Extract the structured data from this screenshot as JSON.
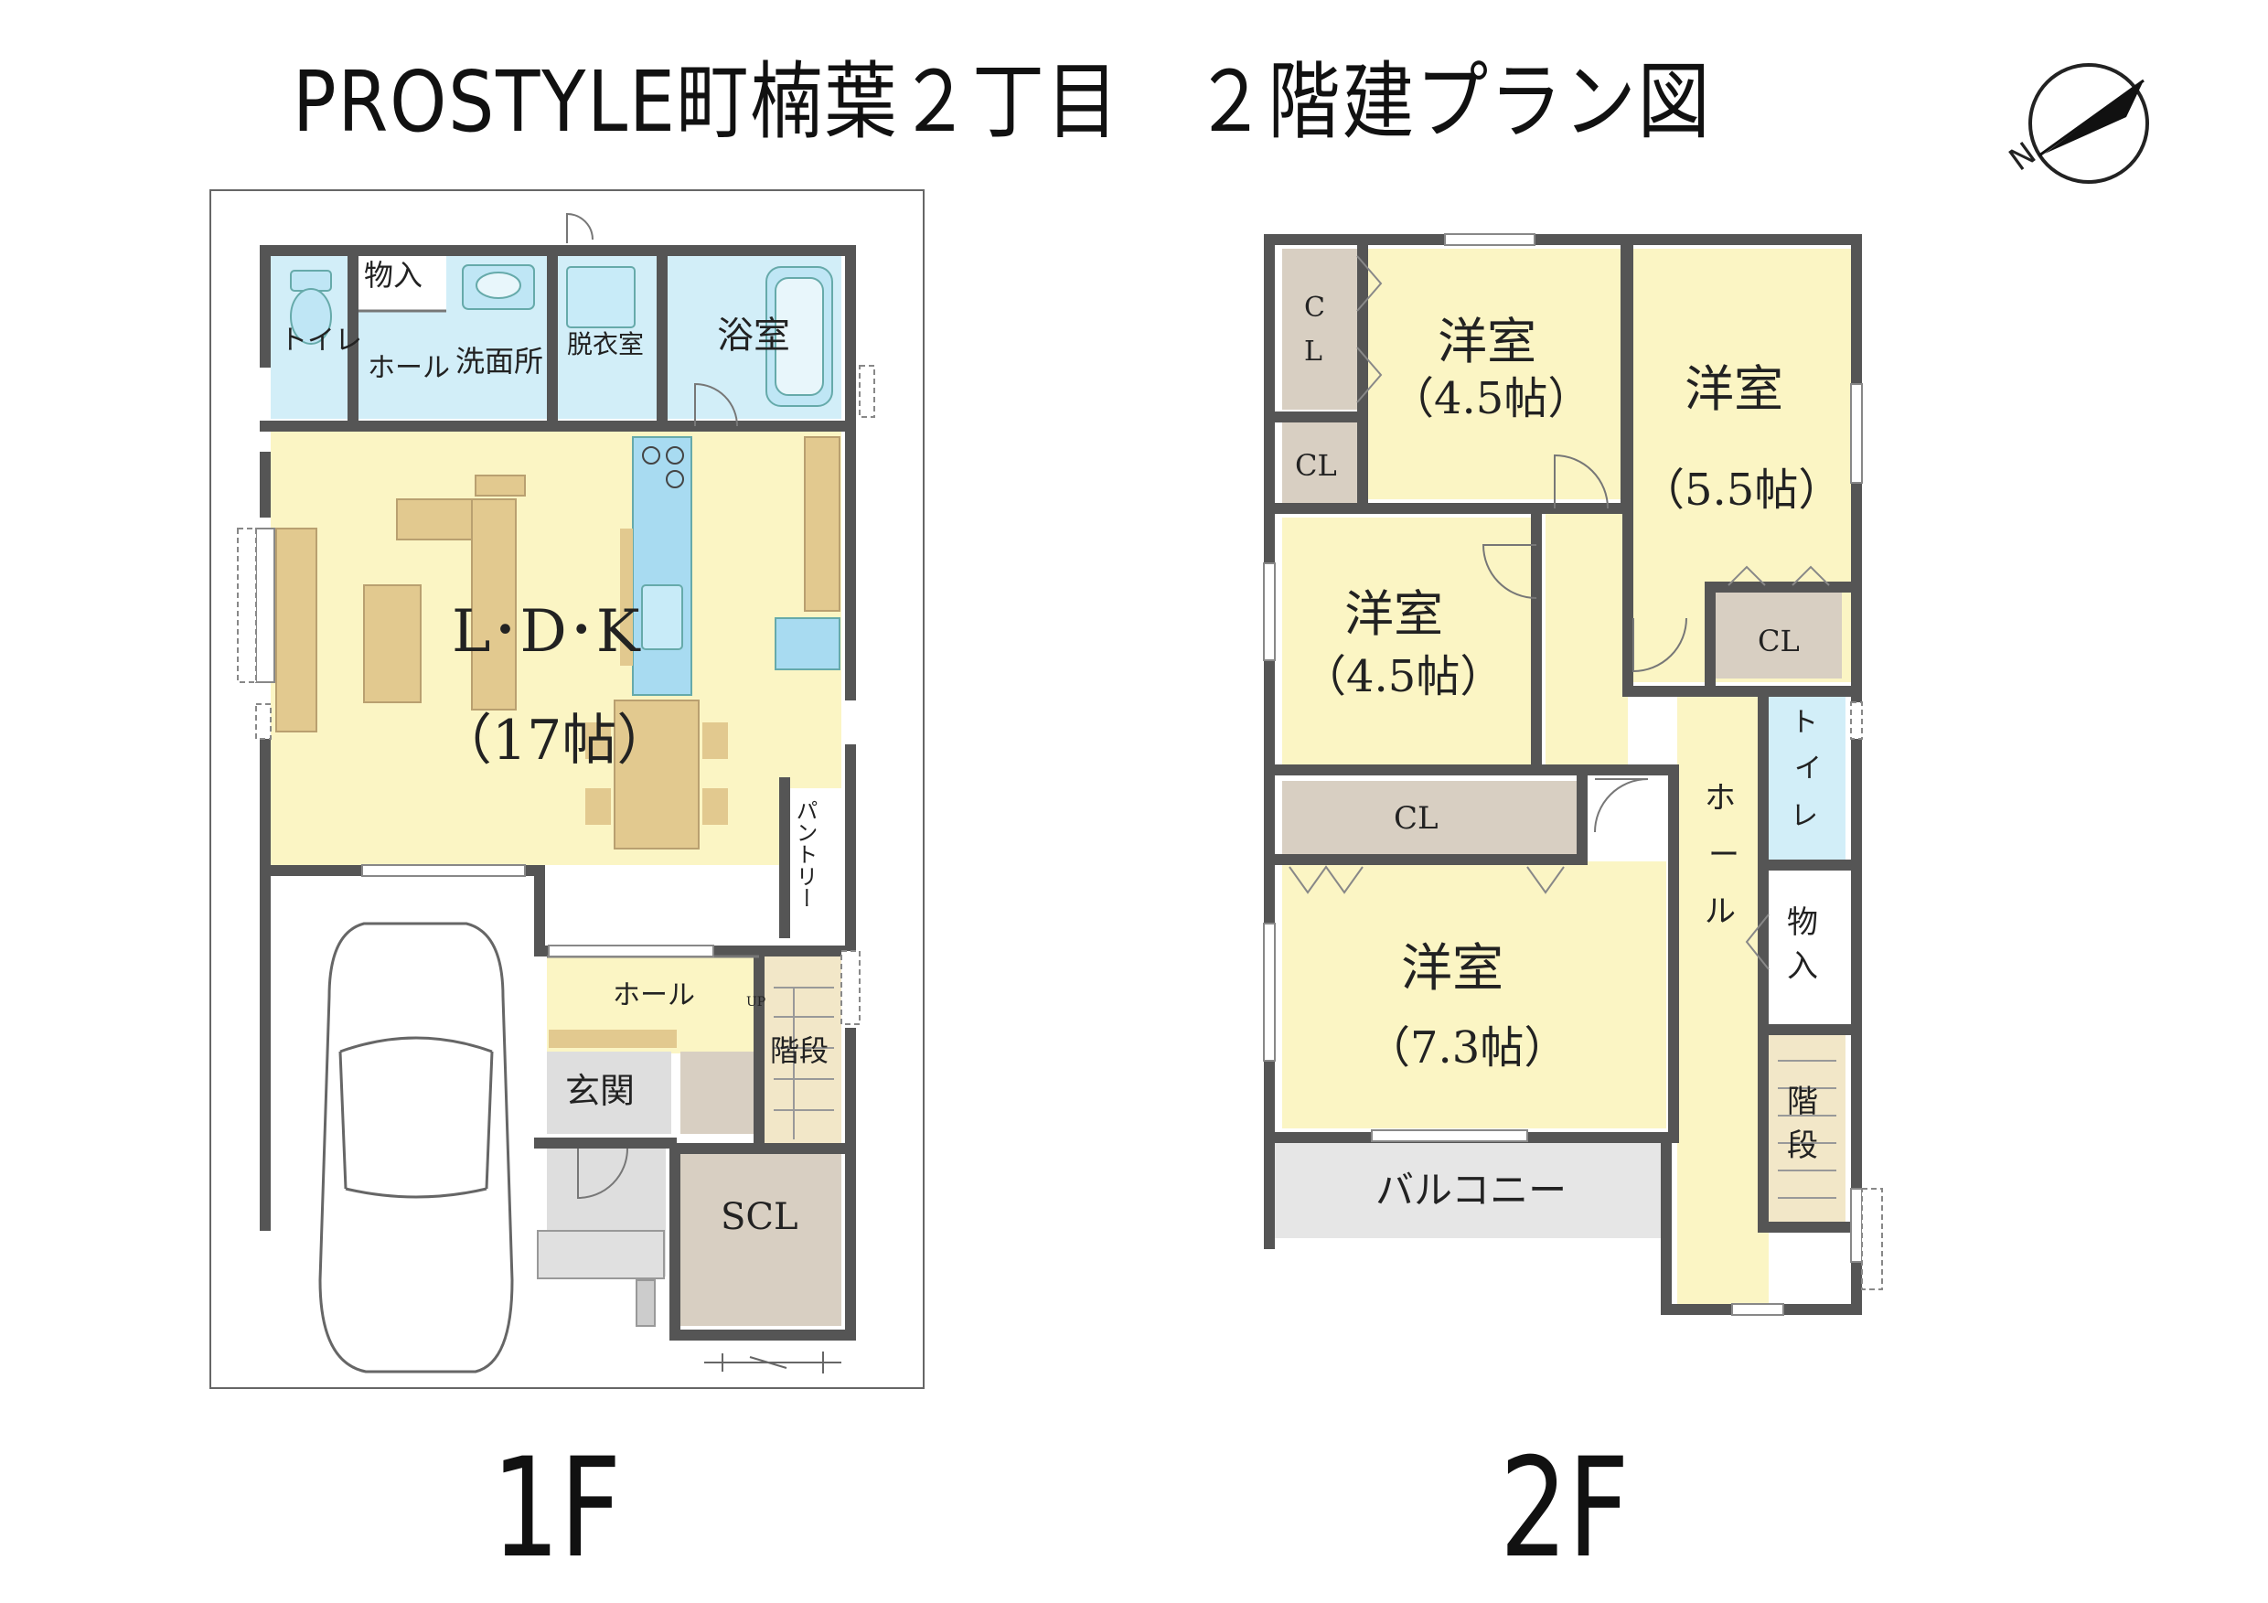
{
  "title": "PROSTYLE町楠葉２丁目　２階建プラン図",
  "compass": {
    "north_label": "N"
  },
  "floor1": {
    "label": "1F",
    "rooms": {
      "toilet": "トイレ",
      "storage": "物入",
      "hall_small": "ホール",
      "washroom": "洗面所",
      "dressing": "脱衣室",
      "bath": "浴室",
      "ldk": "L･D･K",
      "ldk_size": "（17帖）",
      "pantry": "パントリー",
      "hall": "ホール",
      "stairs": "階段",
      "entrance": "玄関",
      "scl": "SCL",
      "up_mark": "UP"
    }
  },
  "floor2": {
    "label": "2F",
    "rooms": {
      "cl_vertical": [
        "C",
        "L"
      ],
      "cl_small": "CL",
      "room_a": "洋室",
      "room_a_size": "（4.5帖）",
      "room_b": "洋室",
      "room_b_size": "（5.5帖）",
      "room_c": "洋室",
      "room_c_size": "（4.5帖）",
      "cl_right": "CL",
      "cl_long": "CL",
      "room_d": "洋室",
      "room_d_size": "（7.3帖）",
      "hall_vertical": [
        "ホ",
        "ー",
        "ル"
      ],
      "toilet_vertical": [
        "ト",
        "イ",
        "レ"
      ],
      "storage_vertical": [
        "物",
        "入"
      ],
      "stairs_vertical": [
        "階",
        "段"
      ],
      "balcony": "バルコニー"
    }
  },
  "colors": {
    "wall": "#555555",
    "room_yellow": "#fbf5c4",
    "water_blue": "#d2eef8",
    "closet_tan": "#d8cfc2",
    "entrance_gray": "#dedede",
    "furniture_tan": "#e2c98f",
    "kitchen_blue": "#a8dbf1",
    "balcony_gray": "#e6e6e6"
  }
}
